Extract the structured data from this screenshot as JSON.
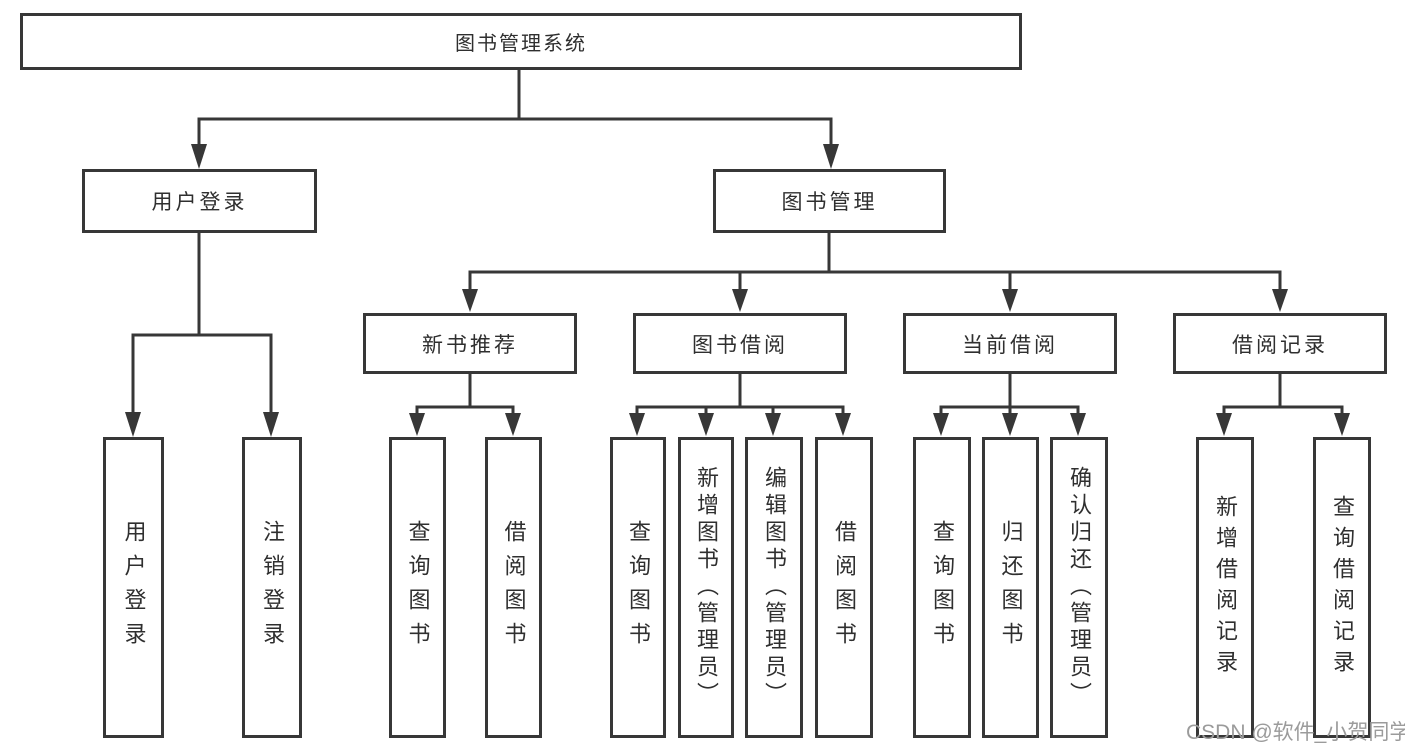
{
  "diagram": {
    "root": {
      "label": "图书管理系统"
    },
    "branches": [
      {
        "label": "用户登录",
        "children": [
          {
            "label": "用户登录"
          },
          {
            "label": "注销登录"
          }
        ]
      },
      {
        "label": "图书管理",
        "children": [
          {
            "label": "新书推荐",
            "children": [
              {
                "label": "查询图书"
              },
              {
                "label": "借阅图书"
              }
            ]
          },
          {
            "label": "图书借阅",
            "children": [
              {
                "label": "查询图书"
              },
              {
                "label": "新增图书（管理员）"
              },
              {
                "label": "编辑图书（管理员）"
              },
              {
                "label": "借阅图书"
              }
            ]
          },
          {
            "label": "当前借阅",
            "children": [
              {
                "label": "查询图书"
              },
              {
                "label": "归还图书"
              },
              {
                "label": "确认归还（管理员）"
              }
            ]
          },
          {
            "label": "借阅记录",
            "children": [
              {
                "label": "新增借阅记录"
              },
              {
                "label": "查询借阅记录"
              }
            ]
          }
        ]
      }
    ]
  },
  "watermark": {
    "text": "CSDN @软件_小贺同学"
  },
  "colors": {
    "line": "#373737",
    "text": "#2f2f2f",
    "watermark": "#9b9b9b",
    "background": "#ffffff"
  }
}
